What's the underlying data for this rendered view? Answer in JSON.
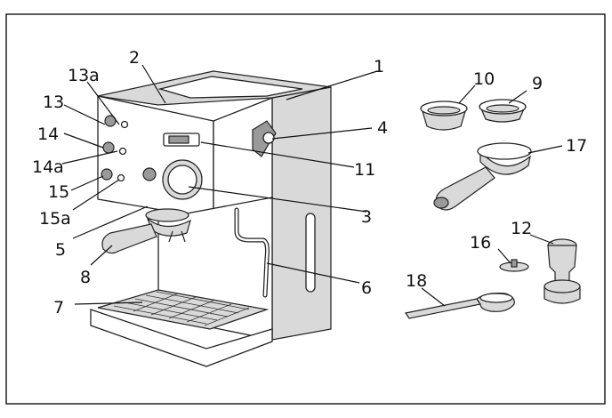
{
  "labels": {
    "l1": "1",
    "l2": "2",
    "l3": "3",
    "l4": "4",
    "l5": "5",
    "l6": "6",
    "l7": "7",
    "l8": "8",
    "l9": "9",
    "l10": "10",
    "l11": "11",
    "l12": "12",
    "l13": "13",
    "l13a": "13a",
    "l14": "14",
    "l14a": "14a",
    "l15": "15",
    "l15a": "15a",
    "l16": "16",
    "l17": "17",
    "l18": "18"
  }
}
